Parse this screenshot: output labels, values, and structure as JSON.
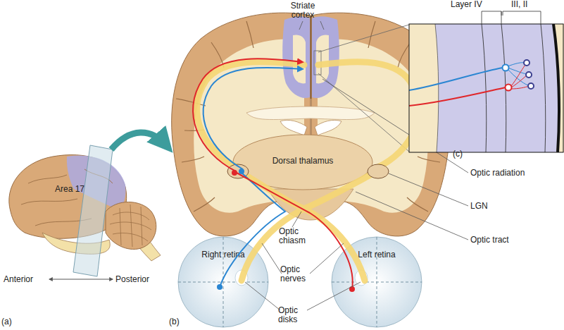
{
  "diagram": {
    "nodes": [
      {
        "text": [
          "Dorsal thalamus"
        ]
      },
      {
        "text": [
          "Right retina"
        ]
      },
      {
        "text": [
          "Left retina"
        ]
      }
    ],
    "labels": [
      "Striate cortex",
      "Layer IV",
      "III, II",
      "(c)",
      "Area 17",
      "Anterior",
      "Posterior",
      "(a)",
      "Optic radiation",
      "LGN",
      "Optic tract",
      "Optic chiasm",
      "Optic nerves",
      "Optic disks",
      "(b)"
    ]
  }
}
